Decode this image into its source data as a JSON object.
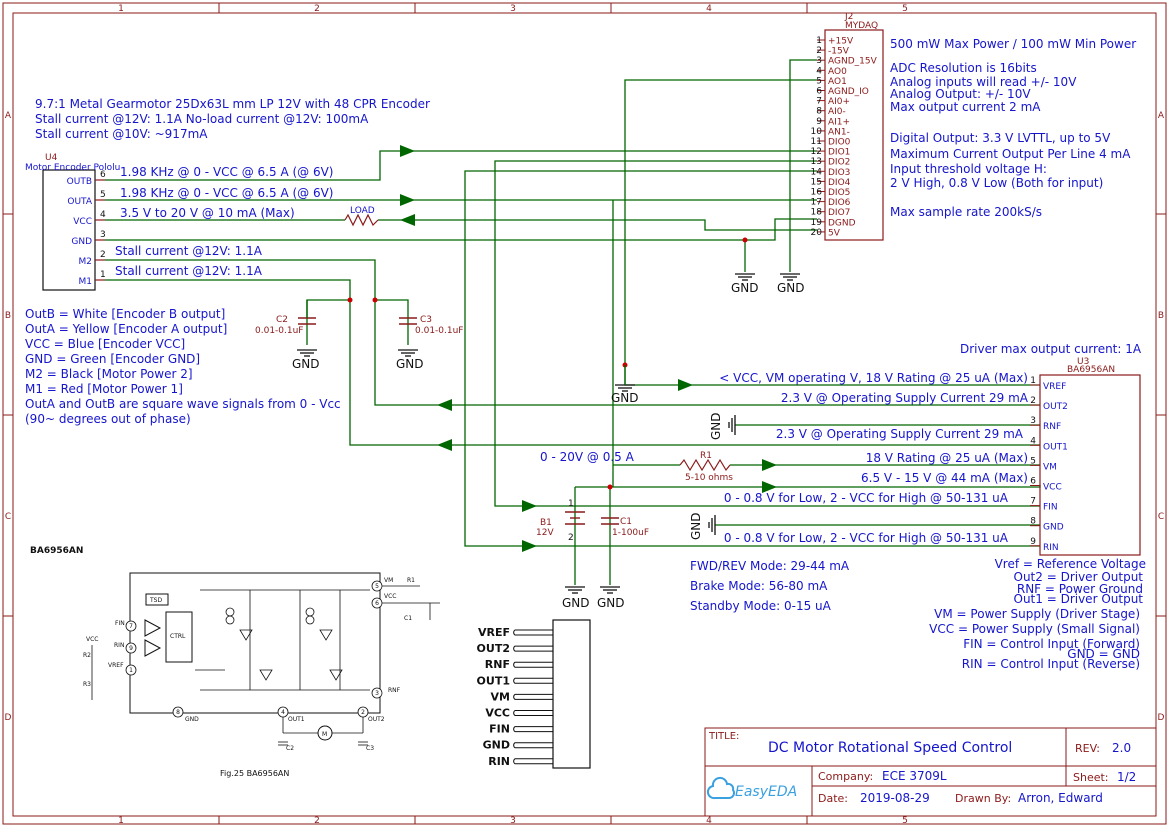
{
  "frame": {
    "cols": [
      "1",
      "2",
      "3",
      "4",
      "5"
    ],
    "rows": [
      "A",
      "B",
      "C",
      "D"
    ]
  },
  "colors": {
    "frame": "#8b1a1a",
    "wire": "#006600",
    "text": "#1515cc",
    "pin": "#8b1a1a",
    "part": "#8b1a1a",
    "black": "#111111"
  },
  "mydaq": {
    "ref": "J2",
    "name": "MYDAQ",
    "pins": [
      {
        "num": "1",
        "name": "+15V"
      },
      {
        "num": "2",
        "name": "-15V"
      },
      {
        "num": "3",
        "name": "AGND_15V"
      },
      {
        "num": "4",
        "name": "AO0"
      },
      {
        "num": "5",
        "name": "AO1"
      },
      {
        "num": "6",
        "name": "AGND_IO"
      },
      {
        "num": "7",
        "name": "AI0+"
      },
      {
        "num": "8",
        "name": "AI0-"
      },
      {
        "num": "9",
        "name": "AI1+"
      },
      {
        "num": "10",
        "name": "AN1-"
      },
      {
        "num": "11",
        "name": "DIO0"
      },
      {
        "num": "12",
        "name": "DIO1"
      },
      {
        "num": "13",
        "name": "DIO2"
      },
      {
        "num": "14",
        "name": "DIO3"
      },
      {
        "num": "15",
        "name": "DIO4"
      },
      {
        "num": "16",
        "name": "DIO5"
      },
      {
        "num": "17",
        "name": "DIO6"
      },
      {
        "num": "18",
        "name": "DIO7"
      },
      {
        "num": "19",
        "name": "DGND"
      },
      {
        "num": "20",
        "name": "5V"
      }
    ]
  },
  "mydaq_notes": [
    "500 mW Max Power / 100 mW Min Power",
    "ADC Resolution is 16bits",
    "Analog inputs will read +/- 10V",
    "Analog Output: +/- 10V",
    "Max output current 2 mA",
    "Digital Output: 3.3 V LVTTL, up to 5V",
    "Maximum Current Output Per Line 4 mA",
    "Input threshold voltage H:",
    "2 V High, 0.8 V Low (Both for input)",
    "Max sample rate 200kS/s"
  ],
  "motor": {
    "ref": "U4",
    "name": "Motor Encoder Pololu",
    "pins": [
      {
        "num": "6",
        "name": "OUTB",
        "note": "1.98 KHz @ 0 - VCC @ 6.5 A (@ 6V)"
      },
      {
        "num": "5",
        "name": "OUTA",
        "note": "1.98 KHz @ 0 - VCC @ 6.5 A (@ 6V)"
      },
      {
        "num": "4",
        "name": "VCC",
        "note": "3.5 V to 20 V @ 10 mA (Max)"
      },
      {
        "num": "3",
        "name": "GND",
        "note": ""
      },
      {
        "num": "2",
        "name": "M2",
        "note": "Stall current @12V: 1.1A"
      },
      {
        "num": "1",
        "name": "M1",
        "note": "Stall current @12V: 1.1A"
      }
    ],
    "header": [
      "9.7:1 Metal Gearmotor 25Dx63L mm LP 12V with 48 CPR Encoder",
      "Stall current @12V: 1.1A    No-load current @12V: 100mA",
      "Stall current @10V: ~917mA"
    ],
    "legend": [
      "OutB = White [Encoder B output]",
      "OutA = Yellow [Encoder A output]",
      "VCC = Blue [Encoder VCC]",
      "GND = Green [Encoder GND]",
      "M2 = Black [Motor Power 2]",
      "M1 = Red [Motor Power 1]",
      "OutA and OutB are square wave signals from 0 - Vcc",
      "(90~ degrees out of phase)"
    ]
  },
  "load_label": "LOAD",
  "gnd_label": "GND",
  "c2": {
    "ref": "C2",
    "value": "0.01-0.1uF"
  },
  "c3": {
    "ref": "C3",
    "value": "0.01-0.1uF"
  },
  "driver": {
    "ref": "U3",
    "name": "BA6956AN",
    "max_current": "Driver max output current: 1A",
    "pins": [
      {
        "num": "1",
        "name": "VREF",
        "note": "< VCC, VM operating V, 18 V Rating @ 25 uA (Max)"
      },
      {
        "num": "2",
        "name": "OUT2",
        "note": "2.3 V @ Operating Supply Current 29 mA"
      },
      {
        "num": "3",
        "name": "RNF",
        "note": ""
      },
      {
        "num": "4",
        "name": "OUT1",
        "note": "2.3 V @ Operating Supply Current 29 mA"
      },
      {
        "num": "5",
        "name": "VM",
        "note": "18 V Rating @ 25 uA (Max)"
      },
      {
        "num": "6",
        "name": "VCC",
        "note": "6.5 V - 15 V @ 44 mA (Max)"
      },
      {
        "num": "7",
        "name": "FIN",
        "note": "0 - 0.8 V for Low, 2 - VCC for High @ 50-131 uA"
      },
      {
        "num": "8",
        "name": "GND",
        "note": ""
      },
      {
        "num": "9",
        "name": "RIN",
        "note": "0 - 0.8 V for Low, 2 - VCC for High @ 50-131 uA"
      }
    ],
    "legend": [
      "Vref = Reference Voltage",
      "Out2 = Driver Output",
      "RNF = Power Ground",
      "Out1 = Driver Output",
      "VM = Power Supply (Driver Stage)",
      "VCC = Power Supply (Small Signal)",
      "FIN = Control Input (Forward)",
      "GND = GND",
      "RIN = Control Input (Reverse)"
    ]
  },
  "supply_note": "0 - 20V @ 0.5 A",
  "r1": {
    "ref": "R1",
    "value": "5-10 ohms"
  },
  "b1": {
    "ref": "B1",
    "value": "12V",
    "pin1": "1",
    "pin2": "2"
  },
  "c1": {
    "ref": "C1",
    "value": "1-100uF"
  },
  "modes": [
    "FWD/REV Mode: 29-44 mA",
    "Brake Mode: 56-80 mA",
    "Standby Mode: 0-15 uA"
  ],
  "ref_diagram": {
    "title": "BA6956AN",
    "caption": "Fig.25   BA6956AN",
    "tsd": "TSD",
    "ctrl": "CTRL",
    "labels": {
      "fin": "FIN",
      "rin": "RIN",
      "vcc": "VCC",
      "vref": "VREF",
      "r2": "R2",
      "r3": "R3",
      "vm": "VM",
      "r1": "R1",
      "vcc2": "VCC",
      "c1": "C1",
      "rnf": "RNF",
      "gnd": "GND",
      "out1": "OUT1",
      "out2": "OUT2",
      "c2": "C2",
      "c3": "C3",
      "m": "M"
    },
    "pins": {
      "p1": "1",
      "p2": "2",
      "p3": "3",
      "p4": "4",
      "p5": "5",
      "p6": "6",
      "p7": "7",
      "p8": "8",
      "p9": "9"
    }
  },
  "package_pins": [
    "VREF",
    "OUT2",
    "RNF",
    "OUT1",
    "VM",
    "VCC",
    "FIN",
    "GND",
    "RIN"
  ],
  "title_block": {
    "title_label": "TITLE:",
    "title": "DC Motor Rotational Speed Control",
    "rev_label": "REV:",
    "rev": "2.0",
    "company_label": "Company:",
    "company": "ECE 3709L",
    "sheet_label": "Sheet:",
    "sheet": "1/2",
    "date_label": "Date:",
    "date": "2019-08-29",
    "drawn_label": "Drawn By:",
    "drawn": "Arron, Edward",
    "logo": "EasyEDA"
  }
}
